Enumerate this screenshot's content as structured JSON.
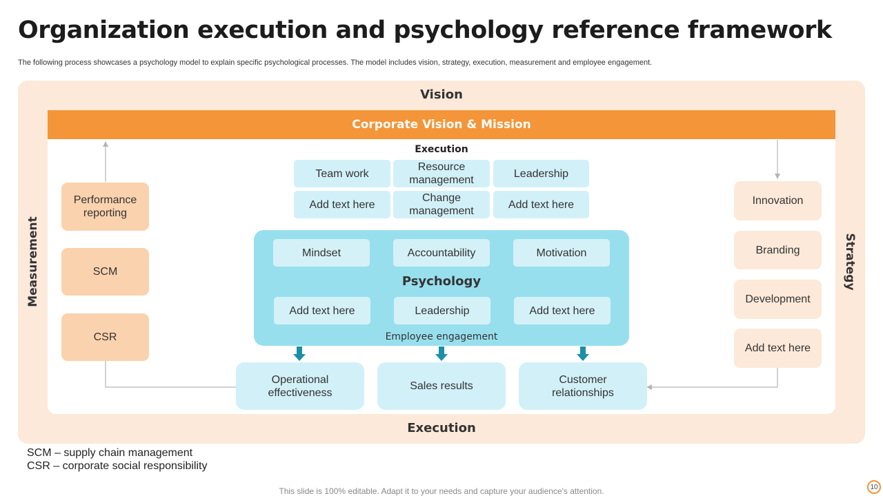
{
  "header": {
    "title": "Organization execution and psychology reference framework",
    "subtitle": "The following process showcases a psychology model to explain specific psychological processes. The model includes vision, strategy, execution, measurement and employee engagement."
  },
  "framework": {
    "vision_label": "Vision",
    "execution_bottom_label": "Execution",
    "measurement_label": "Measurement",
    "strategy_label": "Strategy",
    "banner": "Corporate Vision & Mission",
    "execution_label": "Execution",
    "execution_items": [
      "Team work",
      "Resource management",
      "Leadership",
      "Add text here",
      "Change management",
      "Add text here"
    ],
    "measurement_items": [
      "Performance reporting",
      "SCM",
      "CSR"
    ],
    "strategy_items": [
      "Innovation",
      "Branding",
      "Development",
      "Add text here"
    ],
    "psychology": {
      "label": "Psychology",
      "items": [
        "Mindset",
        "Accountability",
        "Motivation",
        "Add text here",
        "Leadership",
        "Add text here"
      ],
      "engagement_label": "Employee engagement"
    },
    "results": [
      "Operational effectiveness",
      "Sales results",
      "Customer relationships"
    ]
  },
  "legend": [
    "SCM – supply chain management",
    "CSR – corporate social responsibility"
  ],
  "footer": {
    "note": "This slide is 100% editable. Adapt it to your needs and capture your audience's attention.",
    "page_number": "10"
  },
  "colors": {
    "accent_orange": "#f39538",
    "peach": "#fad2ae",
    "light_peach": "#fce9d9",
    "light_blue": "#d2f0f8",
    "psychology_blue": "#98dfee",
    "arrow_teal": "#1a8fa8"
  }
}
